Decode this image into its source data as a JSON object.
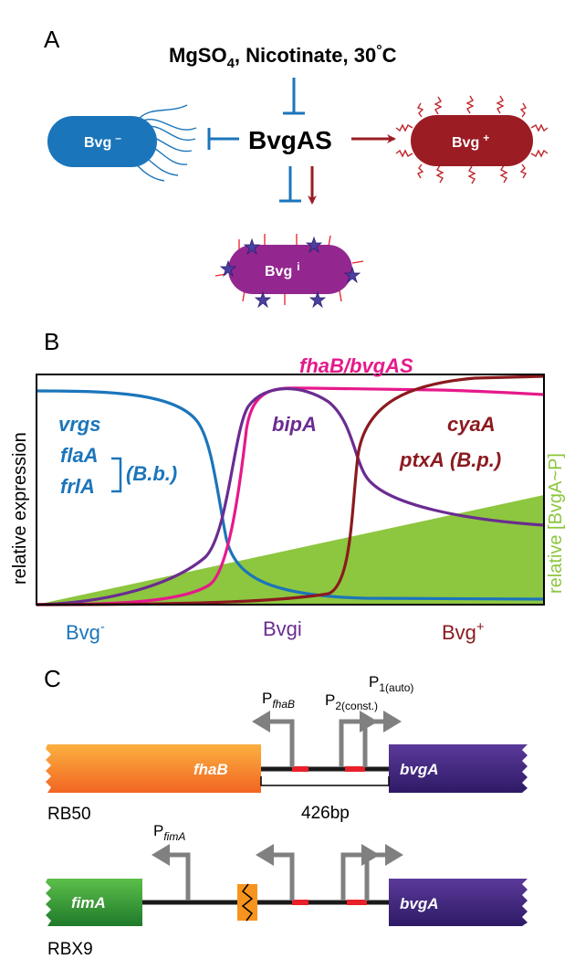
{
  "panel_a": {
    "letter": "A",
    "signals": "MgSO",
    "signals_sub": "4",
    "signals_rest": ", Nicotinate, 30",
    "signals_deg": "°",
    "signals_unit": "C",
    "center": "BvgAS",
    "minus_cell": "Bvg",
    "minus_sup": "–",
    "plus_cell": "Bvg",
    "plus_sup": "+",
    "int_cell": "Bvg",
    "int_sup": "i",
    "colors": {
      "blue": "#1b75bb",
      "red": "#9b1c23",
      "purple": "#7b2a8f",
      "star": "#4b3fa0"
    }
  },
  "panel_b": {
    "letter": "B",
    "ylabel_left": "relative expression",
    "ylabel_right": "relative [BvgA~P]",
    "fhab_label": "fhaB/bvgAS",
    "vrgs": "vrgs",
    "flaa": "flaA",
    "frla": "frlA",
    "bb": "(B.b.)",
    "bipa": "bipA",
    "cyaa": "cyaA",
    "ptxa": "ptxA",
    "bp": "(B.p.)",
    "x_minus": "Bvg",
    "x_minus_sup": "-",
    "x_mid": "Bvgi",
    "x_plus": "Bvg",
    "x_plus_sup": "+",
    "colors": {
      "vrgs": "#1b75bb",
      "fhab": "#e6198b",
      "bipa": "#6a2c91",
      "cyaa": "#8b1a1f",
      "bvga": "#8dc63f"
    }
  },
  "panel_c": {
    "letter": "C",
    "strain1": "RB50",
    "strain2": "RBX9",
    "fhab": "fhaB",
    "bvga1": "bvgA",
    "bvga2": "bvgA",
    "fima": "fimA",
    "p_fhab": "P",
    "p_fhab_sub": "fhaB",
    "p2": "P",
    "p2_sub": "2(const.)",
    "p1": "P",
    "p1_sub": "1(auto)",
    "p_fima": "P",
    "p_fima_sub": "fimA",
    "spacer": "426bp",
    "colors": {
      "fhab": "#f7941d",
      "bvga": "#3d1f7a",
      "fima": "#3a9a3a",
      "red": "#e8202a",
      "arrow": "#808080"
    }
  }
}
